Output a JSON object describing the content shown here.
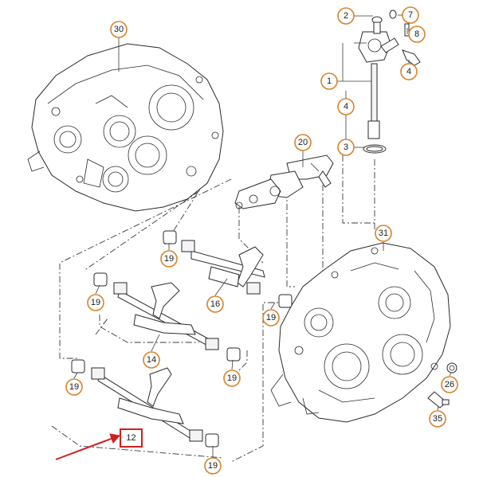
{
  "callouts": {
    "c30": "30",
    "c2": "2",
    "c7": "7",
    "c8": "8",
    "c1": "1",
    "c4a": "4",
    "c4b": "4",
    "c3": "3",
    "c20": "20",
    "c31": "31",
    "c19a": "19",
    "c16": "16",
    "c19b": "19",
    "c19c": "19",
    "c14": "14",
    "c19d": "19",
    "c19e": "19",
    "c26": "26",
    "c35": "35",
    "c19f": "19",
    "c12": "12"
  },
  "colors": {
    "callout_ring": "#d9822b",
    "highlight": "#d01f1f",
    "line": "#2a2a2a"
  }
}
